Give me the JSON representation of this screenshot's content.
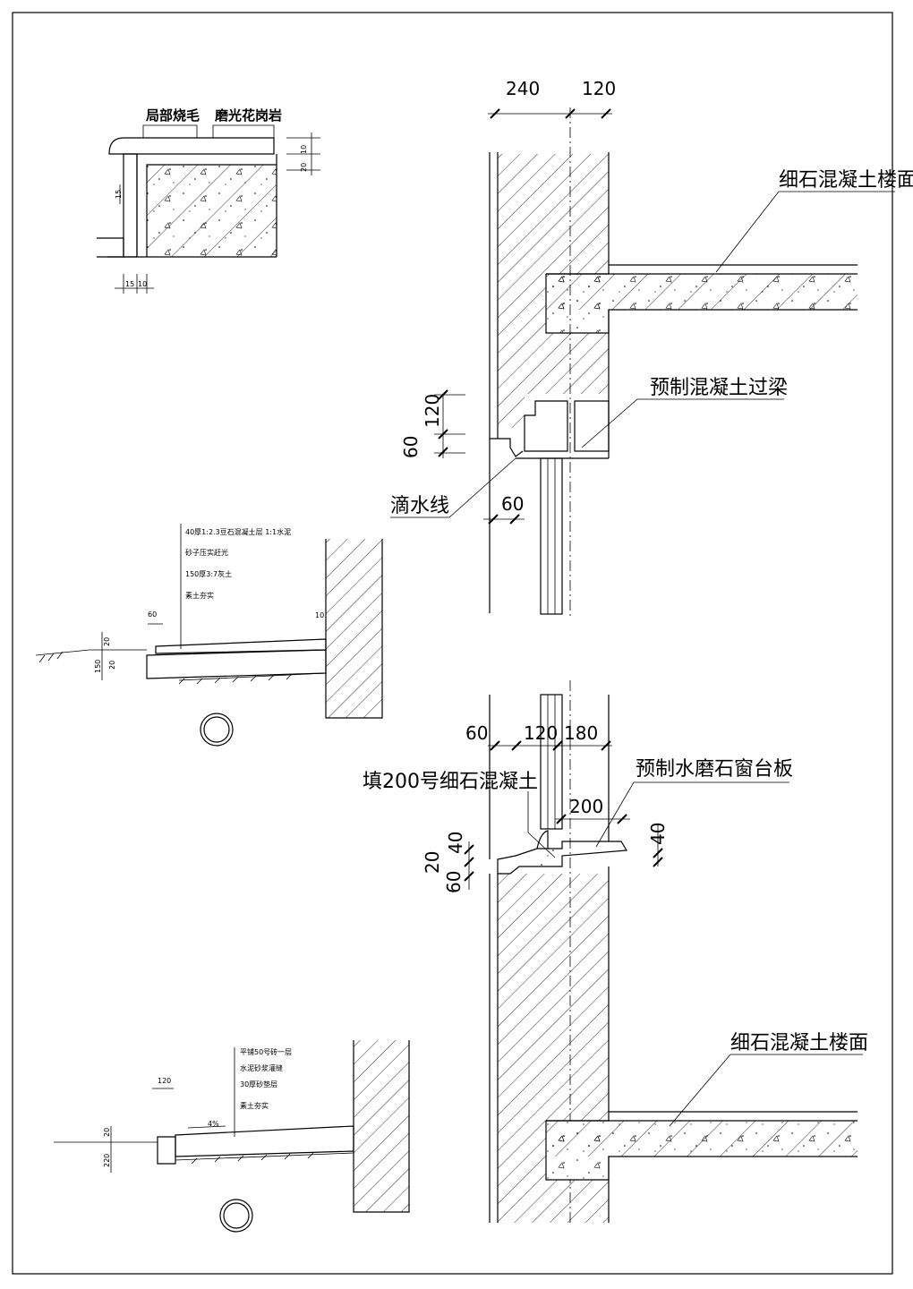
{
  "detail_a": {
    "label_left": "局部烧毛",
    "label_right": "磨光花岗岩",
    "dim_10": "10",
    "dim_20": "20",
    "dim_15v": "15",
    "dim_15": "15",
    "dim_10h": "10"
  },
  "wall_section_top": {
    "dim_240": "240",
    "dim_120": "120",
    "floor_label": "细石混凝土楼面",
    "lintel_label": "预制混凝土过梁",
    "drip_label": "滴水线",
    "dim_120v": "120",
    "dim_60v": "60",
    "dim_60h": "60"
  },
  "wall_section_bottom": {
    "dim_60": "60",
    "dim_120": "120",
    "dim_180": "180",
    "fill_label": "填200号细石混凝土",
    "sill_label": "预制水磨石窗台板",
    "dim_200": "200",
    "dim_40r": "40",
    "dim_40l": "40",
    "dim_20": "20",
    "dim_60v": "60",
    "floor_label": "细石混凝土楼面"
  },
  "detail_b": {
    "layer1": "40厚1:2.3豆石混凝土层 1:1水泥",
    "layer2": "砂子压实赶光",
    "layer3": "150厚3:7灰土",
    "layer4": "素土夯实",
    "dim_60": "60",
    "dim_20a": "20",
    "dim_150": "150",
    "dim_20b": "20",
    "dim_10": "10"
  },
  "detail_c": {
    "layer1": "平铺50号砖一层",
    "layer2": "水泥砂浆灌缝",
    "layer3": "30厚砂垫层",
    "layer4": "素土夯实",
    "dim_120": "120",
    "slope": "4%",
    "dim_20": "20",
    "dim_220": "220"
  }
}
